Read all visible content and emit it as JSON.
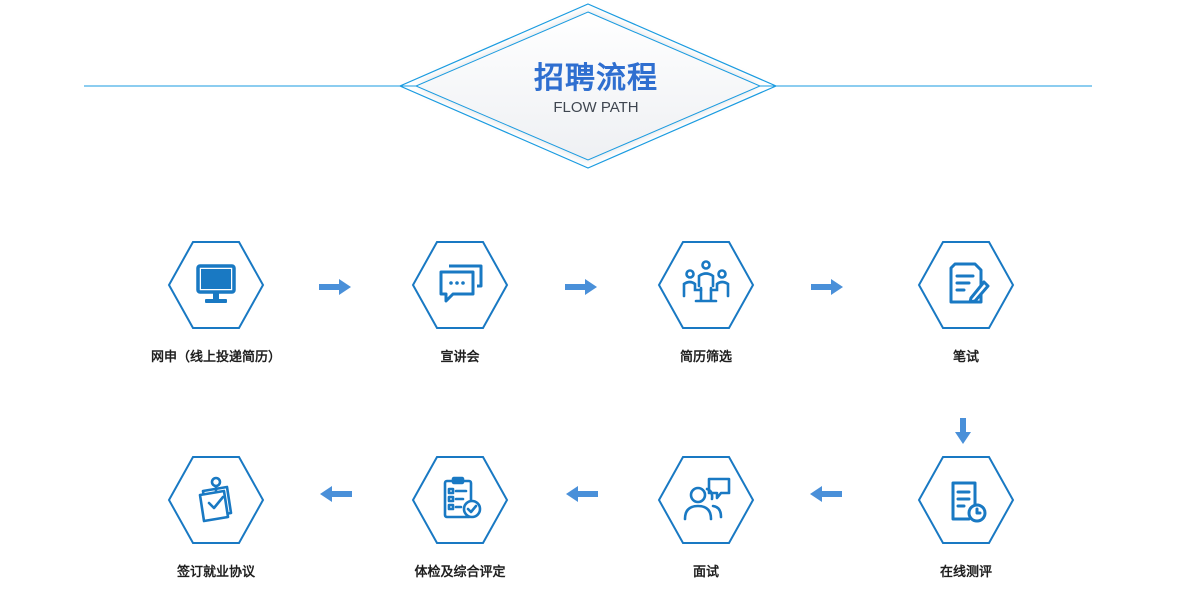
{
  "header": {
    "title": "招聘流程",
    "subtitle": "FLOW PATH"
  },
  "colors": {
    "accent": "#1a9be0",
    "icon": "#1979c3",
    "arrow": "#4a90d9",
    "title": "#2f6fd0"
  },
  "steps": [
    {
      "label": "网申（线上投递简历）",
      "icon": "monitor-icon"
    },
    {
      "label": "宣讲会",
      "icon": "chat-bubbles-icon"
    },
    {
      "label": "简历筛选",
      "icon": "meeting-icon"
    },
    {
      "label": "笔试",
      "icon": "document-edit-icon"
    },
    {
      "label": "在线测评",
      "icon": "document-clock-icon"
    },
    {
      "label": "面试",
      "icon": "interview-icon"
    },
    {
      "label": "体检及综合评定",
      "icon": "checklist-icon"
    },
    {
      "label": "签订就业协议",
      "icon": "agreement-icon"
    }
  ]
}
